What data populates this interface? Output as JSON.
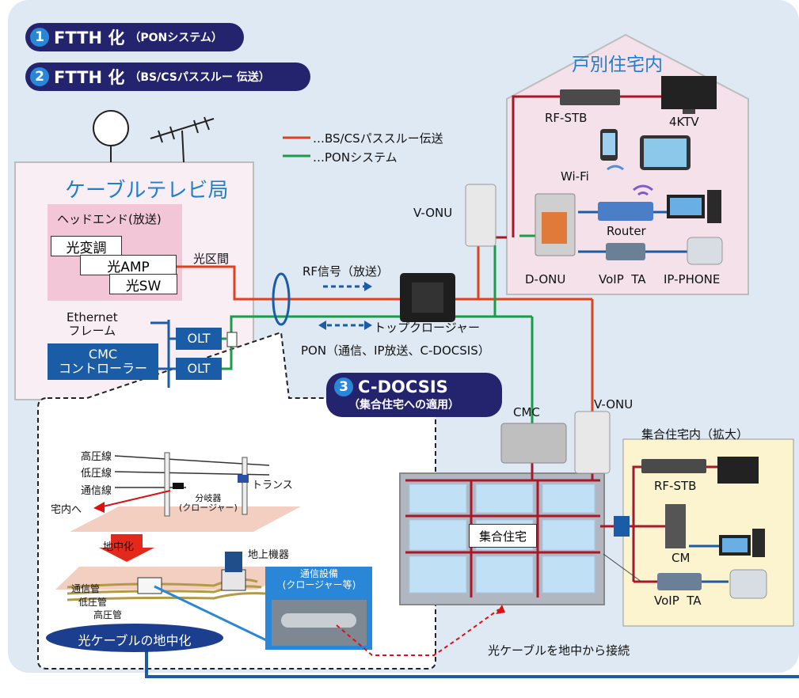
{
  "headers": {
    "item1": {
      "num": "1",
      "title": "FTTH 化",
      "sub": "（PONシステム）"
    },
    "item2": {
      "num": "2",
      "title": "FTTH 化",
      "sub": "（BS/CSパススルー 伝送）"
    },
    "item3": {
      "num": "3",
      "title": "C-DOCSIS",
      "sub": "（集合住宅への適用）"
    }
  },
  "legend": {
    "red": "…BS/CSパススルー伝送",
    "green": "…PONシステム"
  },
  "station": {
    "title": "ケーブルテレビ局",
    "headend": "ヘッドエンド(放送)",
    "boxes": [
      "光変調",
      "光AMP",
      "光SW"
    ],
    "optical_section": "光区間",
    "ethernet": "Ethernet\nフレーム",
    "cmc_controller": "CMC\nコントローラー",
    "olt": "OLT"
  },
  "house": {
    "title": "戸別住宅内",
    "rf_stb": "RF-STB",
    "tv": "4KTV",
    "wifi": "Wi-Fi",
    "router": "Router",
    "donu": "D-ONU",
    "voip": "VoIP  TA",
    "ipphone": "IP-PHONE"
  },
  "network": {
    "v_onu": "V-ONU",
    "rf_signal": "RF信号（放送）",
    "top_closure": "トップクロージャー",
    "pon": "PON（通信、IP放送、C-DOCSIS）",
    "cmc": "CMC",
    "v_onu2": "V-ONU"
  },
  "apartment": {
    "title": "集合住宅内（拡大）",
    "building": "集合住宅",
    "rf_stb": "RF-STB",
    "cm": "CM",
    "voip": "VoIP  TA"
  },
  "underground": {
    "koatsusen": "高圧線",
    "teiatsusen": "低圧線",
    "tsushinsen": "通信線",
    "trans": "トランス",
    "takunai": "宅内へ",
    "bunkiki": "分岐器\n(クロージャー)",
    "chichuka": "地中化",
    "chijokiki": "地上機器",
    "tsushinkan": "通信管",
    "teiatsukan": "低圧管",
    "koatsukan": "高圧管",
    "equipment_title": "通信設備\n(クロージャー等)",
    "label": "光ケーブルの地中化",
    "connect": "光ケーブルを地中から接続"
  }
}
